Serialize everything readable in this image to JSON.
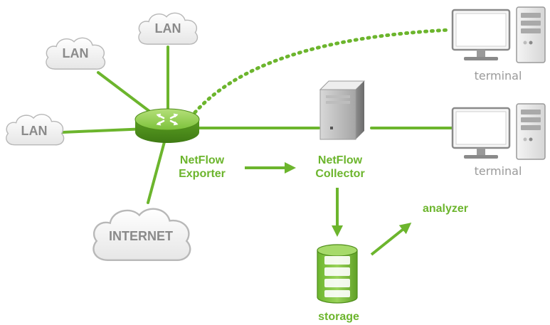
{
  "clouds": {
    "lan_left": "LAN",
    "lan_upper_left": "LAN",
    "lan_top": "LAN",
    "internet": "INTERNET"
  },
  "labels": {
    "exporter_line1": "NetFlow",
    "exporter_line2": "Exporter",
    "collector_line1": "NetFlow",
    "collector_line2": "Collector",
    "analyzer": "analyzer",
    "storage": "storage",
    "terminal_top": "terminal",
    "terminal_bottom": "terminal"
  },
  "colors": {
    "accent_green": "#6cb52d",
    "cloud_gray": "#8a8a8a",
    "terminal_gray": "#9a9a9a"
  },
  "icons": [
    "cloud-icon",
    "router-icon",
    "server-icon",
    "database-icon",
    "monitor-icon",
    "pc-tower-icon"
  ]
}
